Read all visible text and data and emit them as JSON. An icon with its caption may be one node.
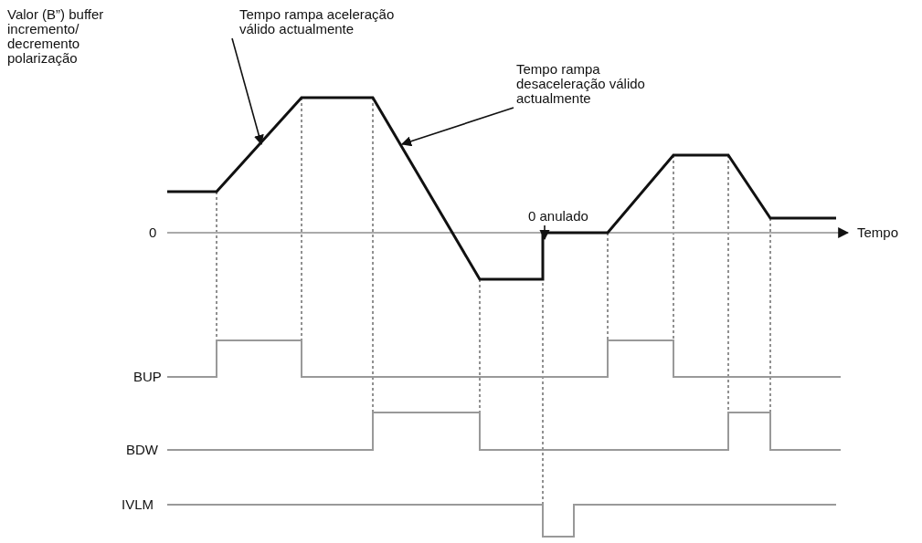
{
  "diagram": {
    "nodes": [
      {
        "text": [
          "Valor (B”) buffer incremento/ decremento polarização"
        ]
      },
      {
        "text": [
          "Tempo rampa aceleração válido actualmente"
        ]
      },
      {
        "text": [
          "Tempo rampa desaceleração válido actualmente"
        ]
      },
      {
        "text": [
          "0 anulado"
        ]
      }
    ],
    "edges": [
      {
        "from": 1,
        "to": null,
        "arrow": "to"
      },
      {
        "from": 2,
        "to": null,
        "arrow": "to"
      },
      {
        "from": 3,
        "to": null,
        "arrow": "to"
      }
    ],
    "labels": [
      "0",
      "Tempo",
      "BUP",
      "BDW",
      "IVLM"
    ]
  }
}
